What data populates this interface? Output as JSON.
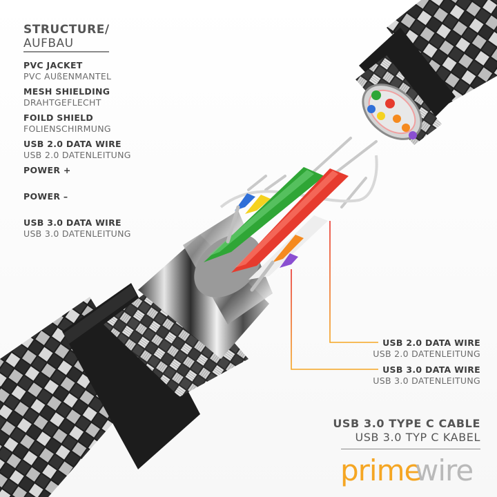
{
  "heading": {
    "line1": "STRUCTURE/",
    "line2": "AUFBAU"
  },
  "labels": [
    {
      "en": "PVC JACKET",
      "de": "PVC AUßENMANTEL"
    },
    {
      "en": "MESH SHIELDING",
      "de": "DRAHTGEFLECHT"
    },
    {
      "en": "FOILD SHIELD",
      "de": "FOLIENSCHIRMUNG"
    },
    {
      "en": "USB 2.0 DATA WIRE",
      "de": "USB 2.0 DATENLEITUNG"
    },
    {
      "en": "POWER +"
    },
    {
      "en": "POWER –"
    },
    {
      "en": "USB 3.0 DATA WIRE",
      "de": "USB 3.0 DATENLEITUNG"
    }
  ],
  "right_labels": [
    {
      "en": "USB 2.0 DATA WIRE",
      "de": "USB 2.0 DATENLEITUNG"
    },
    {
      "en": "USB 3.0 DATA WIRE",
      "de": "USB 3.0 DATENLEITUNG"
    }
  ],
  "product": {
    "line1": "USB 3.0 TYPE C CABLE",
    "line2": "USB 3.0 TYP C KABEL"
  },
  "brand": {
    "part1": "prime",
    "part2": "wire",
    "color1": "#f5a623",
    "color2": "#b9b9b9"
  },
  "colors": {
    "leader_start": "#f5a623",
    "leader_end": "#e8312a",
    "wire_green": "#2fa636",
    "wire_red": "#e63b2e",
    "wire_orange": "#f58a1f",
    "wire_purple": "#8a4fd1",
    "wire_blue": "#2f6fd8",
    "wire_yellow": "#f5d21f",
    "jacket": "#1c1c1c"
  }
}
